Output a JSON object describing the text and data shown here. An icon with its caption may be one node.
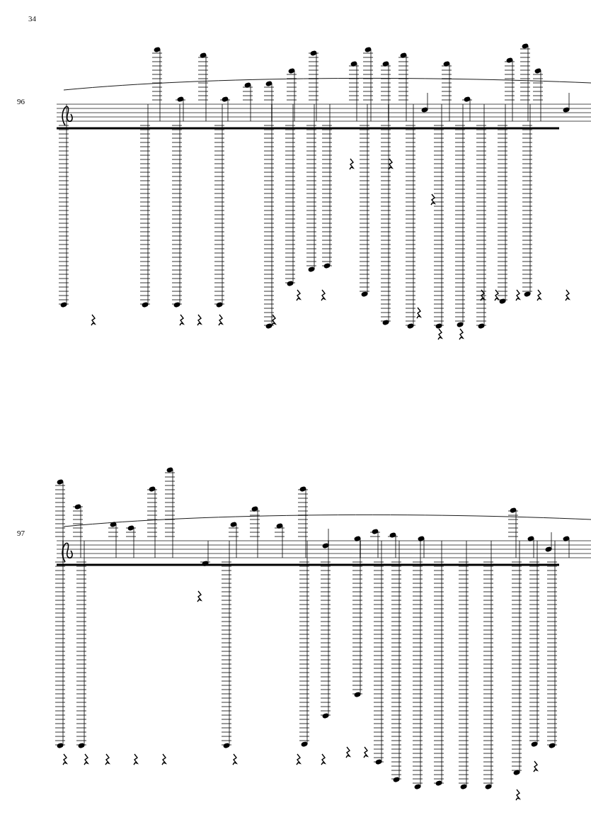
{
  "diagram": {
    "labels": [
      "34",
      "96",
      "97"
    ]
  }
}
